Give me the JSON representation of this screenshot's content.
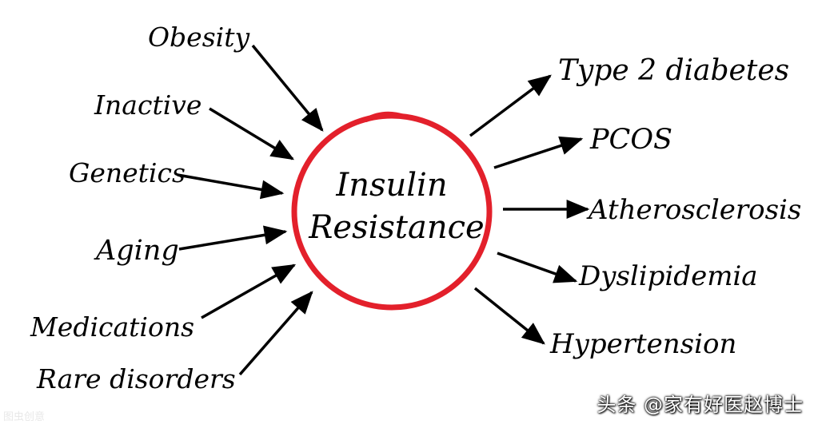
{
  "center": {
    "line1": "Insulin",
    "line2": "Resistance",
    "ring_color": "#e3202b"
  },
  "causes": [
    "Obesity",
    "Inactive",
    "Genetics",
    "Aging",
    "Medications",
    "Rare disorders"
  ],
  "consequences": [
    "Type 2 diabetes",
    "PCOS",
    "Atherosclerosis",
    "Dyslipidemia",
    "Hypertension"
  ],
  "watermark": "头条 @家有好医赵博士",
  "corner_mark": "图虫创意"
}
